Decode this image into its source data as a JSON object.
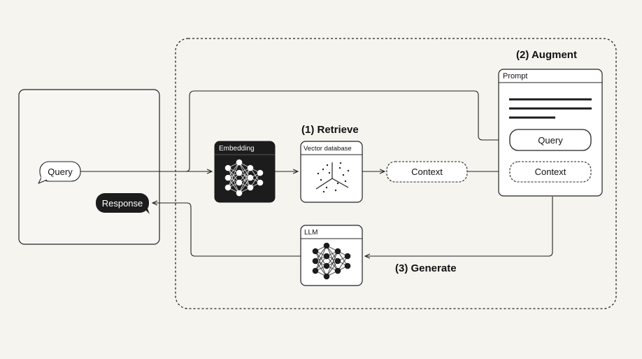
{
  "labels": {
    "augment_title": "(2) Augment",
    "retrieve_title": "(1) Retrieve",
    "generate_title": "(3) Generate",
    "query_bubble": "Query",
    "response_bubble": "Response",
    "embedding": "Embedding",
    "vector_db": "Vector database",
    "context": "Context",
    "prompt": "Prompt",
    "prompt_query": "Query",
    "prompt_context": "Context",
    "llm": "LLM"
  },
  "colors": {
    "background": "#f5f4ef",
    "stroke": "#222222",
    "dark_fill": "#1c1c1c",
    "light_fill": "#ffffff"
  }
}
